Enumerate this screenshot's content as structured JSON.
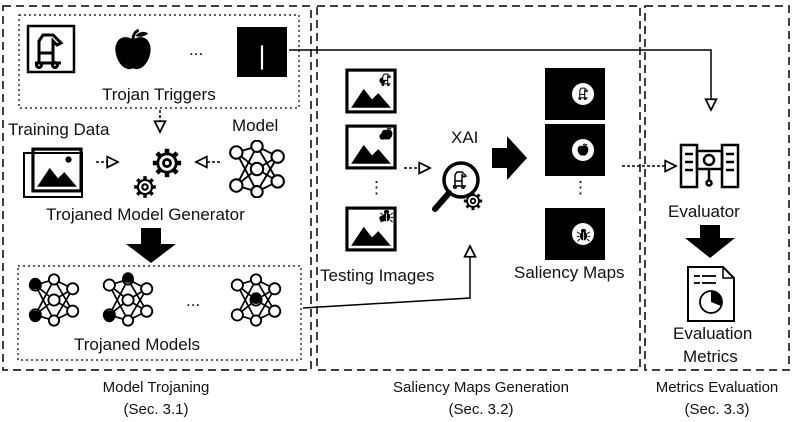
{
  "stages": [
    {
      "title": "Model Trojaning",
      "section": "(Sec. 3.1)"
    },
    {
      "title": "Saliency Maps Generation",
      "section": "(Sec. 3.2)"
    },
    {
      "title": "Metrics Evaluation",
      "section": "(Sec. 3.3)"
    }
  ],
  "labels": {
    "trojan_triggers": "Trojan Triggers",
    "training_data": "Training Data",
    "model": "Model",
    "trojaned_model_generator": "Trojaned Model Generator",
    "trojaned_models": "Trojaned Models",
    "testing_images": "Testing Images",
    "xai": "XAI",
    "saliency_maps": "Saliency Maps",
    "evaluator": "Evaluator",
    "evaluation_metrics_line1": "Evaluation",
    "evaluation_metrics_line2": "Metrics",
    "ellipsis": "...",
    "vertical_ellipsis": "⋮"
  },
  "icons": [
    "trojan-horse-icon",
    "apple-icon",
    "bug-icon",
    "image-icon",
    "gear-icon",
    "neural-network-icon",
    "magnifier-icon",
    "evaluator-icon",
    "report-icon"
  ]
}
